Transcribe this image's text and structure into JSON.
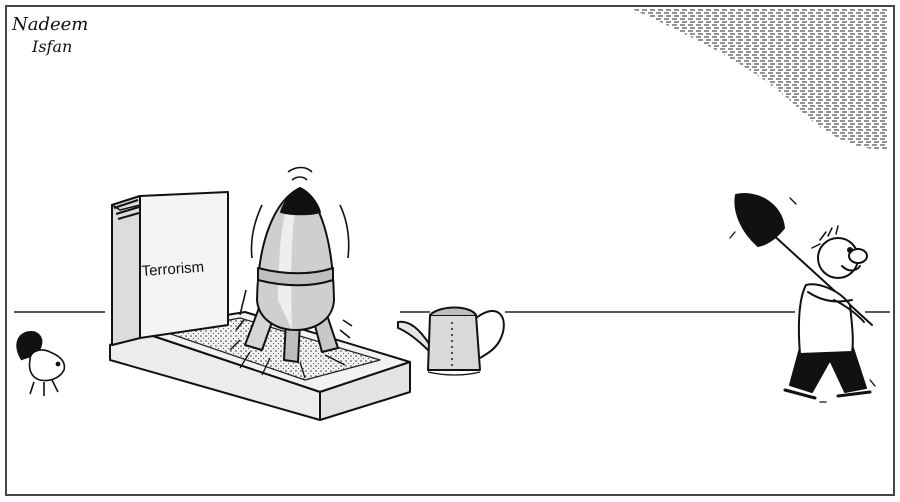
{
  "cartoon": {
    "plinth_label": "Terrorism",
    "signature_lines": [
      "Nadeem",
      "Isfan"
    ]
  }
}
